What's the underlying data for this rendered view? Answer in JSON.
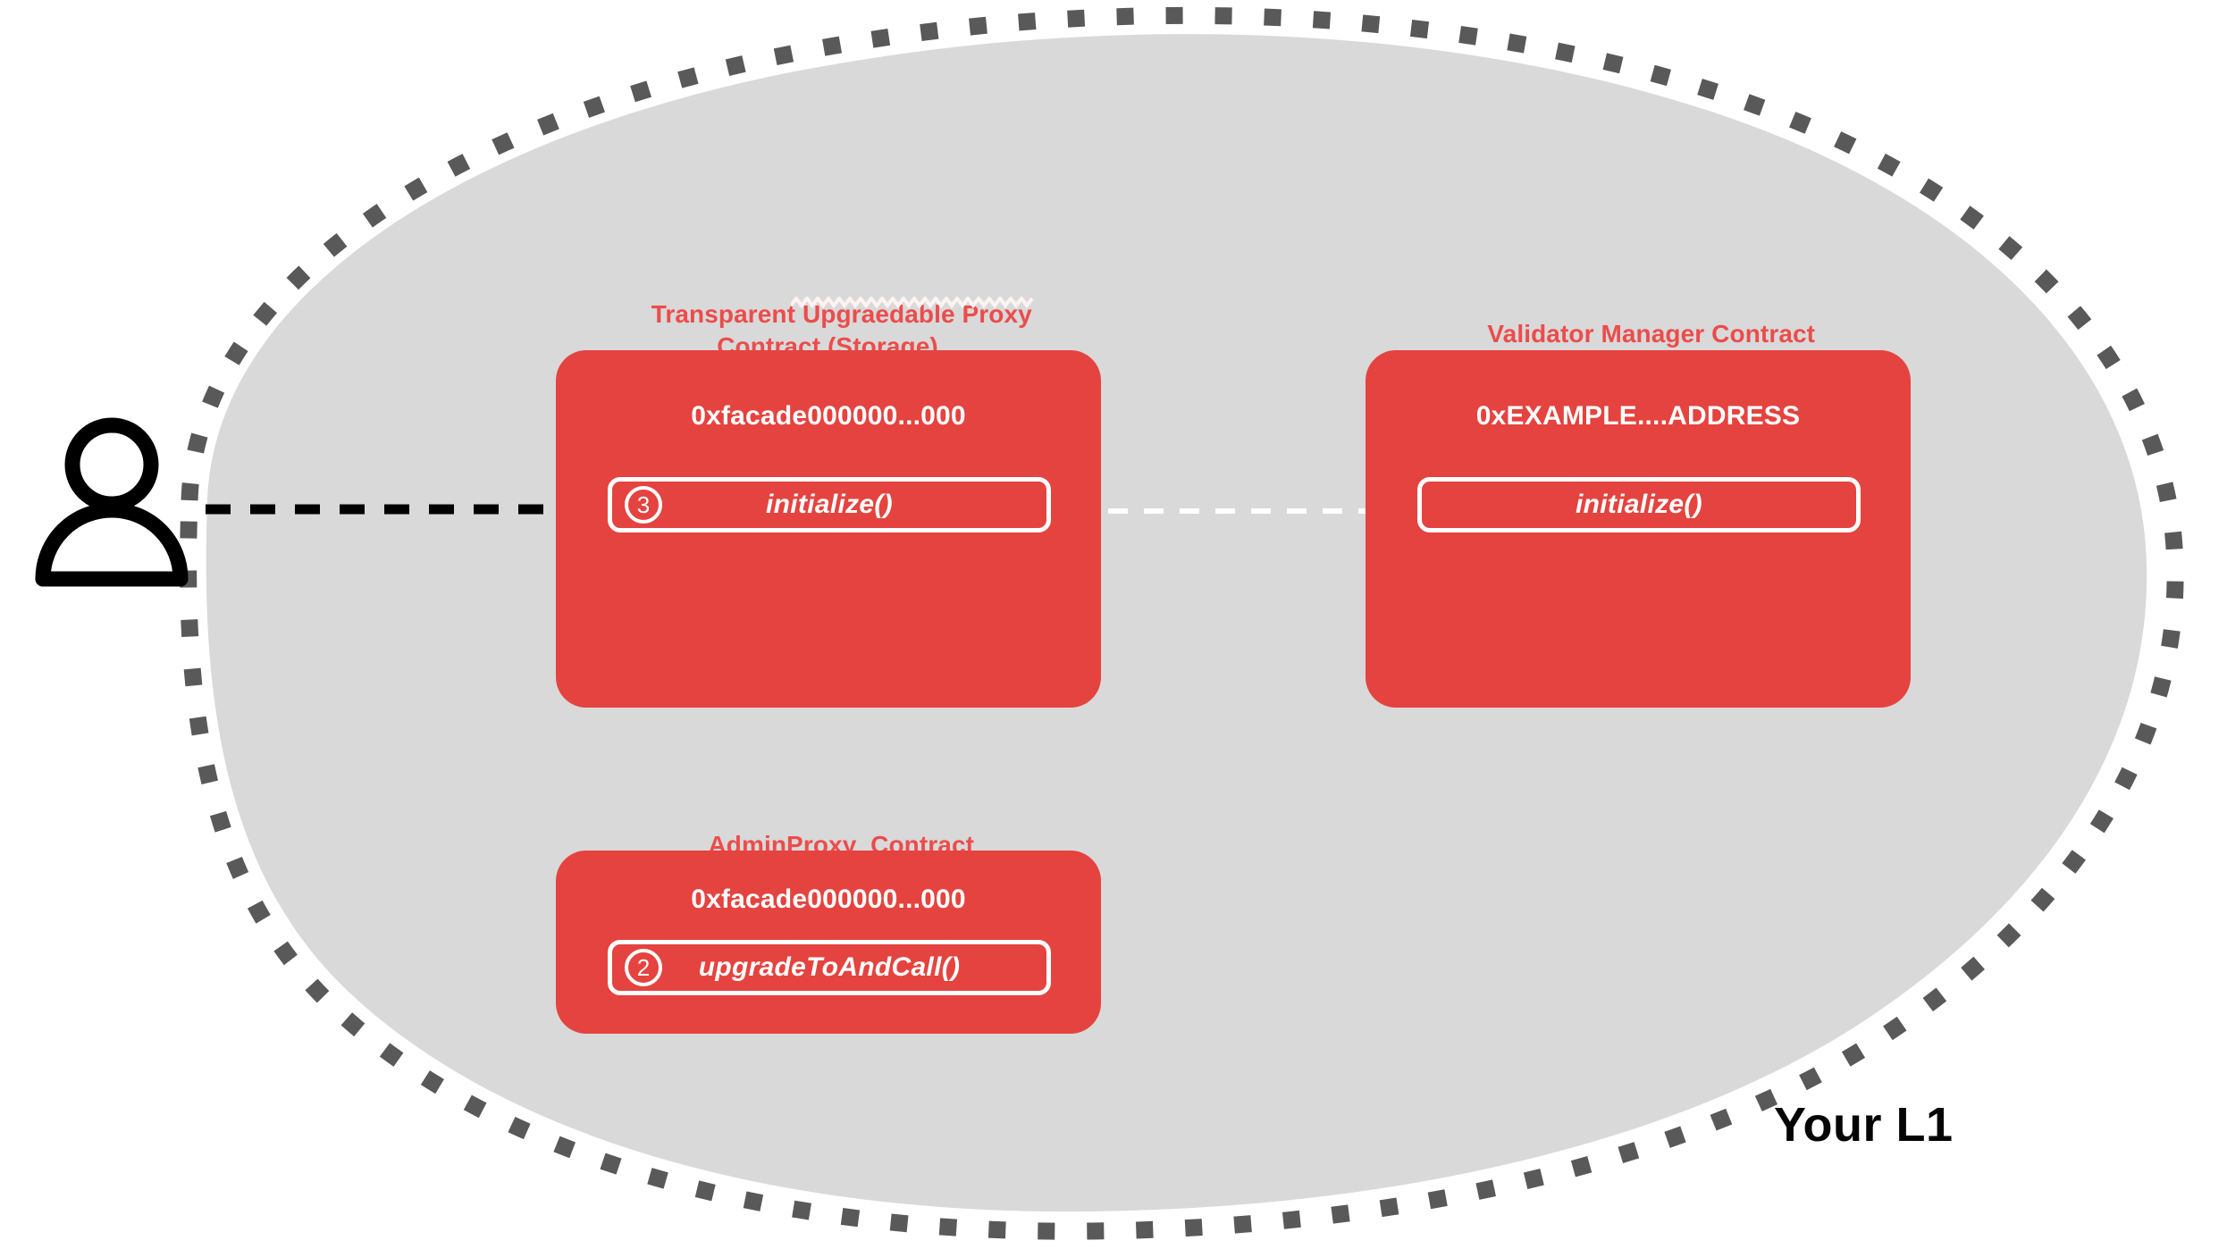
{
  "diagram": {
    "region_label": "Your L1",
    "actor_icon": "user-icon",
    "colors": {
      "card_red": "#E5433F",
      "title_red": "#EC4C4C",
      "region_fill": "#D9D9D9",
      "region_border": "#595959",
      "white": "#FFFFFF",
      "black": "#000000"
    }
  },
  "contracts": [
    {
      "id": "transparent-upgradeable-proxy",
      "title": "Transparent Upgraedable Proxy\nContract (Storage)",
      "title_misspelled_word": "Upgraedable",
      "address": "0xfacade000000...000",
      "method": {
        "badge": "3",
        "label": "initialize()"
      }
    },
    {
      "id": "validator-manager",
      "title": "Validator Manager Contract",
      "address": "0xEXAMPLE....ADDRESS",
      "method": {
        "badge": "",
        "label": "initialize()"
      }
    },
    {
      "id": "admin-proxy",
      "title": "AdminProxy  Contract",
      "address": "0xfacade000000...000",
      "method": {
        "badge": "2",
        "label": "upgradeToAndCall()"
      }
    }
  ],
  "connections": [
    {
      "id": "user-to-proxy",
      "style": "dashed-black-arrow",
      "from": "user-icon",
      "to": "transparent-upgradeable-proxy.initialize()"
    },
    {
      "id": "proxy-to-validator-manager",
      "style": "dashed-white-arrow",
      "from": "transparent-upgradeable-proxy.initialize()",
      "to": "validator-manager.initialize()"
    }
  ]
}
